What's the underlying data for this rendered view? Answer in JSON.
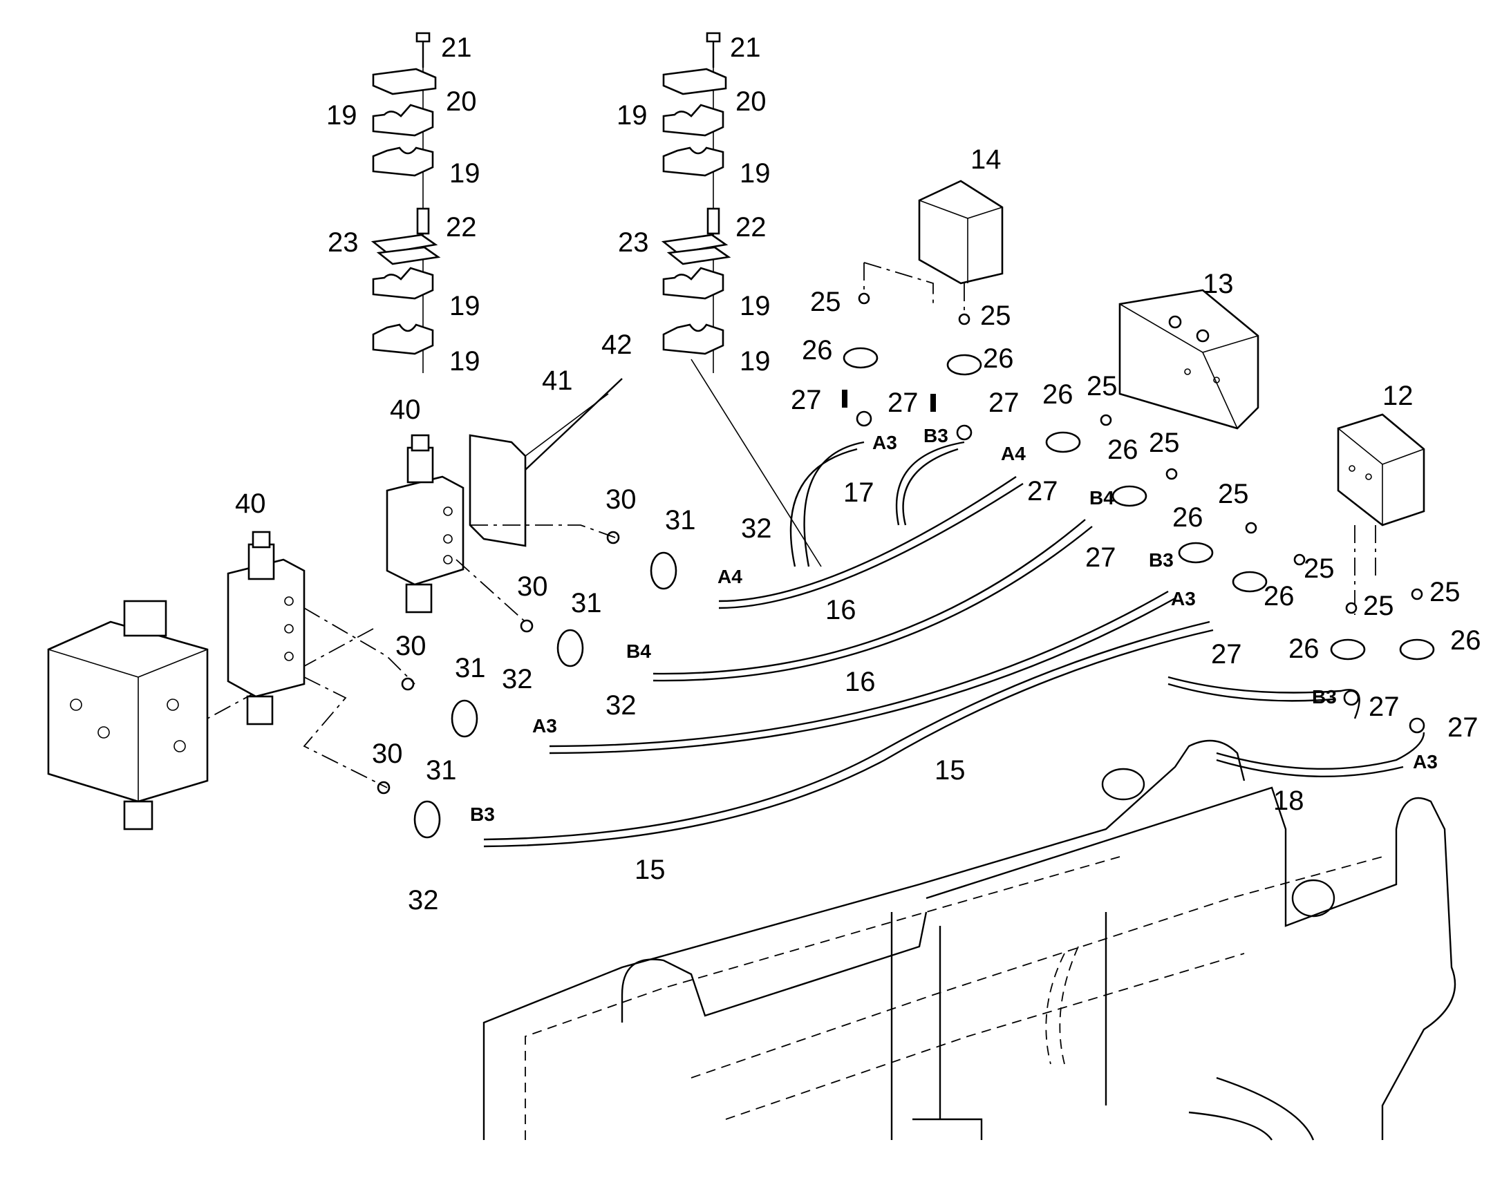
{
  "diagram": {
    "background": "#ffffff",
    "ink": "#000000",
    "callouts": [
      {
        "id": "c21a",
        "text": "21"
      },
      {
        "id": "c20a",
        "text": "20"
      },
      {
        "id": "c19a1",
        "text": "19"
      },
      {
        "id": "c19a2",
        "text": "19"
      },
      {
        "id": "c22a",
        "text": "22"
      },
      {
        "id": "c23a",
        "text": "23"
      },
      {
        "id": "c19a3",
        "text": "19"
      },
      {
        "id": "c19a4",
        "text": "19"
      },
      {
        "id": "c21b",
        "text": "21"
      },
      {
        "id": "c20b",
        "text": "20"
      },
      {
        "id": "c19b1",
        "text": "19"
      },
      {
        "id": "c19b2",
        "text": "19"
      },
      {
        "id": "c22b",
        "text": "22"
      },
      {
        "id": "c23b",
        "text": "23"
      },
      {
        "id": "c19b3",
        "text": "19"
      },
      {
        "id": "c19b4",
        "text": "19"
      },
      {
        "id": "c14",
        "text": "14"
      },
      {
        "id": "c13",
        "text": "13"
      },
      {
        "id": "c12",
        "text": "12"
      },
      {
        "id": "c25a",
        "text": "25"
      },
      {
        "id": "c25b",
        "text": "25"
      },
      {
        "id": "c26a",
        "text": "26"
      },
      {
        "id": "c26b",
        "text": "26"
      },
      {
        "id": "c27a",
        "text": "27"
      },
      {
        "id": "c27b",
        "text": "27"
      },
      {
        "id": "c27c",
        "text": "27"
      },
      {
        "id": "c26c",
        "text": "26"
      },
      {
        "id": "c25c",
        "text": "25"
      },
      {
        "id": "c26d",
        "text": "26"
      },
      {
        "id": "c25d",
        "text": "25"
      },
      {
        "id": "c27d",
        "text": "27"
      },
      {
        "id": "c17",
        "text": "17"
      },
      {
        "id": "c42",
        "text": "42"
      },
      {
        "id": "c41",
        "text": "41"
      },
      {
        "id": "c40a",
        "text": "40"
      },
      {
        "id": "c40b",
        "text": "40"
      },
      {
        "id": "c30a",
        "text": "30"
      },
      {
        "id": "c31a",
        "text": "31"
      },
      {
        "id": "c32a",
        "text": "32"
      },
      {
        "id": "c16a",
        "text": "16"
      },
      {
        "id": "c30b",
        "text": "30"
      },
      {
        "id": "c31b",
        "text": "31"
      },
      {
        "id": "c32b",
        "text": "32"
      },
      {
        "id": "c16b",
        "text": "16"
      },
      {
        "id": "c30c",
        "text": "30"
      },
      {
        "id": "c31c",
        "text": "31"
      },
      {
        "id": "c32c",
        "text": "32"
      },
      {
        "id": "c30d",
        "text": "30"
      },
      {
        "id": "c31d",
        "text": "31"
      },
      {
        "id": "c32d",
        "text": "32"
      },
      {
        "id": "c15a",
        "text": "15"
      },
      {
        "id": "c15b",
        "text": "15"
      },
      {
        "id": "c25e",
        "text": "25"
      },
      {
        "id": "c26e",
        "text": "26"
      },
      {
        "id": "c27e",
        "text": "27"
      },
      {
        "id": "c25f",
        "text": "25"
      },
      {
        "id": "c26f",
        "text": "26"
      },
      {
        "id": "c27f",
        "text": "27"
      },
      {
        "id": "c25g",
        "text": "25"
      },
      {
        "id": "c26g",
        "text": "26"
      },
      {
        "id": "c27g",
        "text": "27"
      },
      {
        "id": "c25h",
        "text": "25"
      },
      {
        "id": "c26h",
        "text": "26"
      },
      {
        "id": "c27h",
        "text": "27"
      },
      {
        "id": "c18",
        "text": "18"
      }
    ],
    "port_labels": [
      {
        "id": "pA3a",
        "text": "A3"
      },
      {
        "id": "pB3a",
        "text": "B3"
      },
      {
        "id": "pA4a",
        "text": "A4"
      },
      {
        "id": "pB4a",
        "text": "B4"
      },
      {
        "id": "pB3b",
        "text": "B3"
      },
      {
        "id": "pA3b",
        "text": "A3"
      },
      {
        "id": "pA4b",
        "text": "A4"
      },
      {
        "id": "pB4b",
        "text": "B4"
      },
      {
        "id": "pA3c",
        "text": "A3"
      },
      {
        "id": "pB3c",
        "text": "B3"
      },
      {
        "id": "pB3d",
        "text": "B3"
      },
      {
        "id": "pA3d",
        "text": "A3"
      }
    ]
  }
}
